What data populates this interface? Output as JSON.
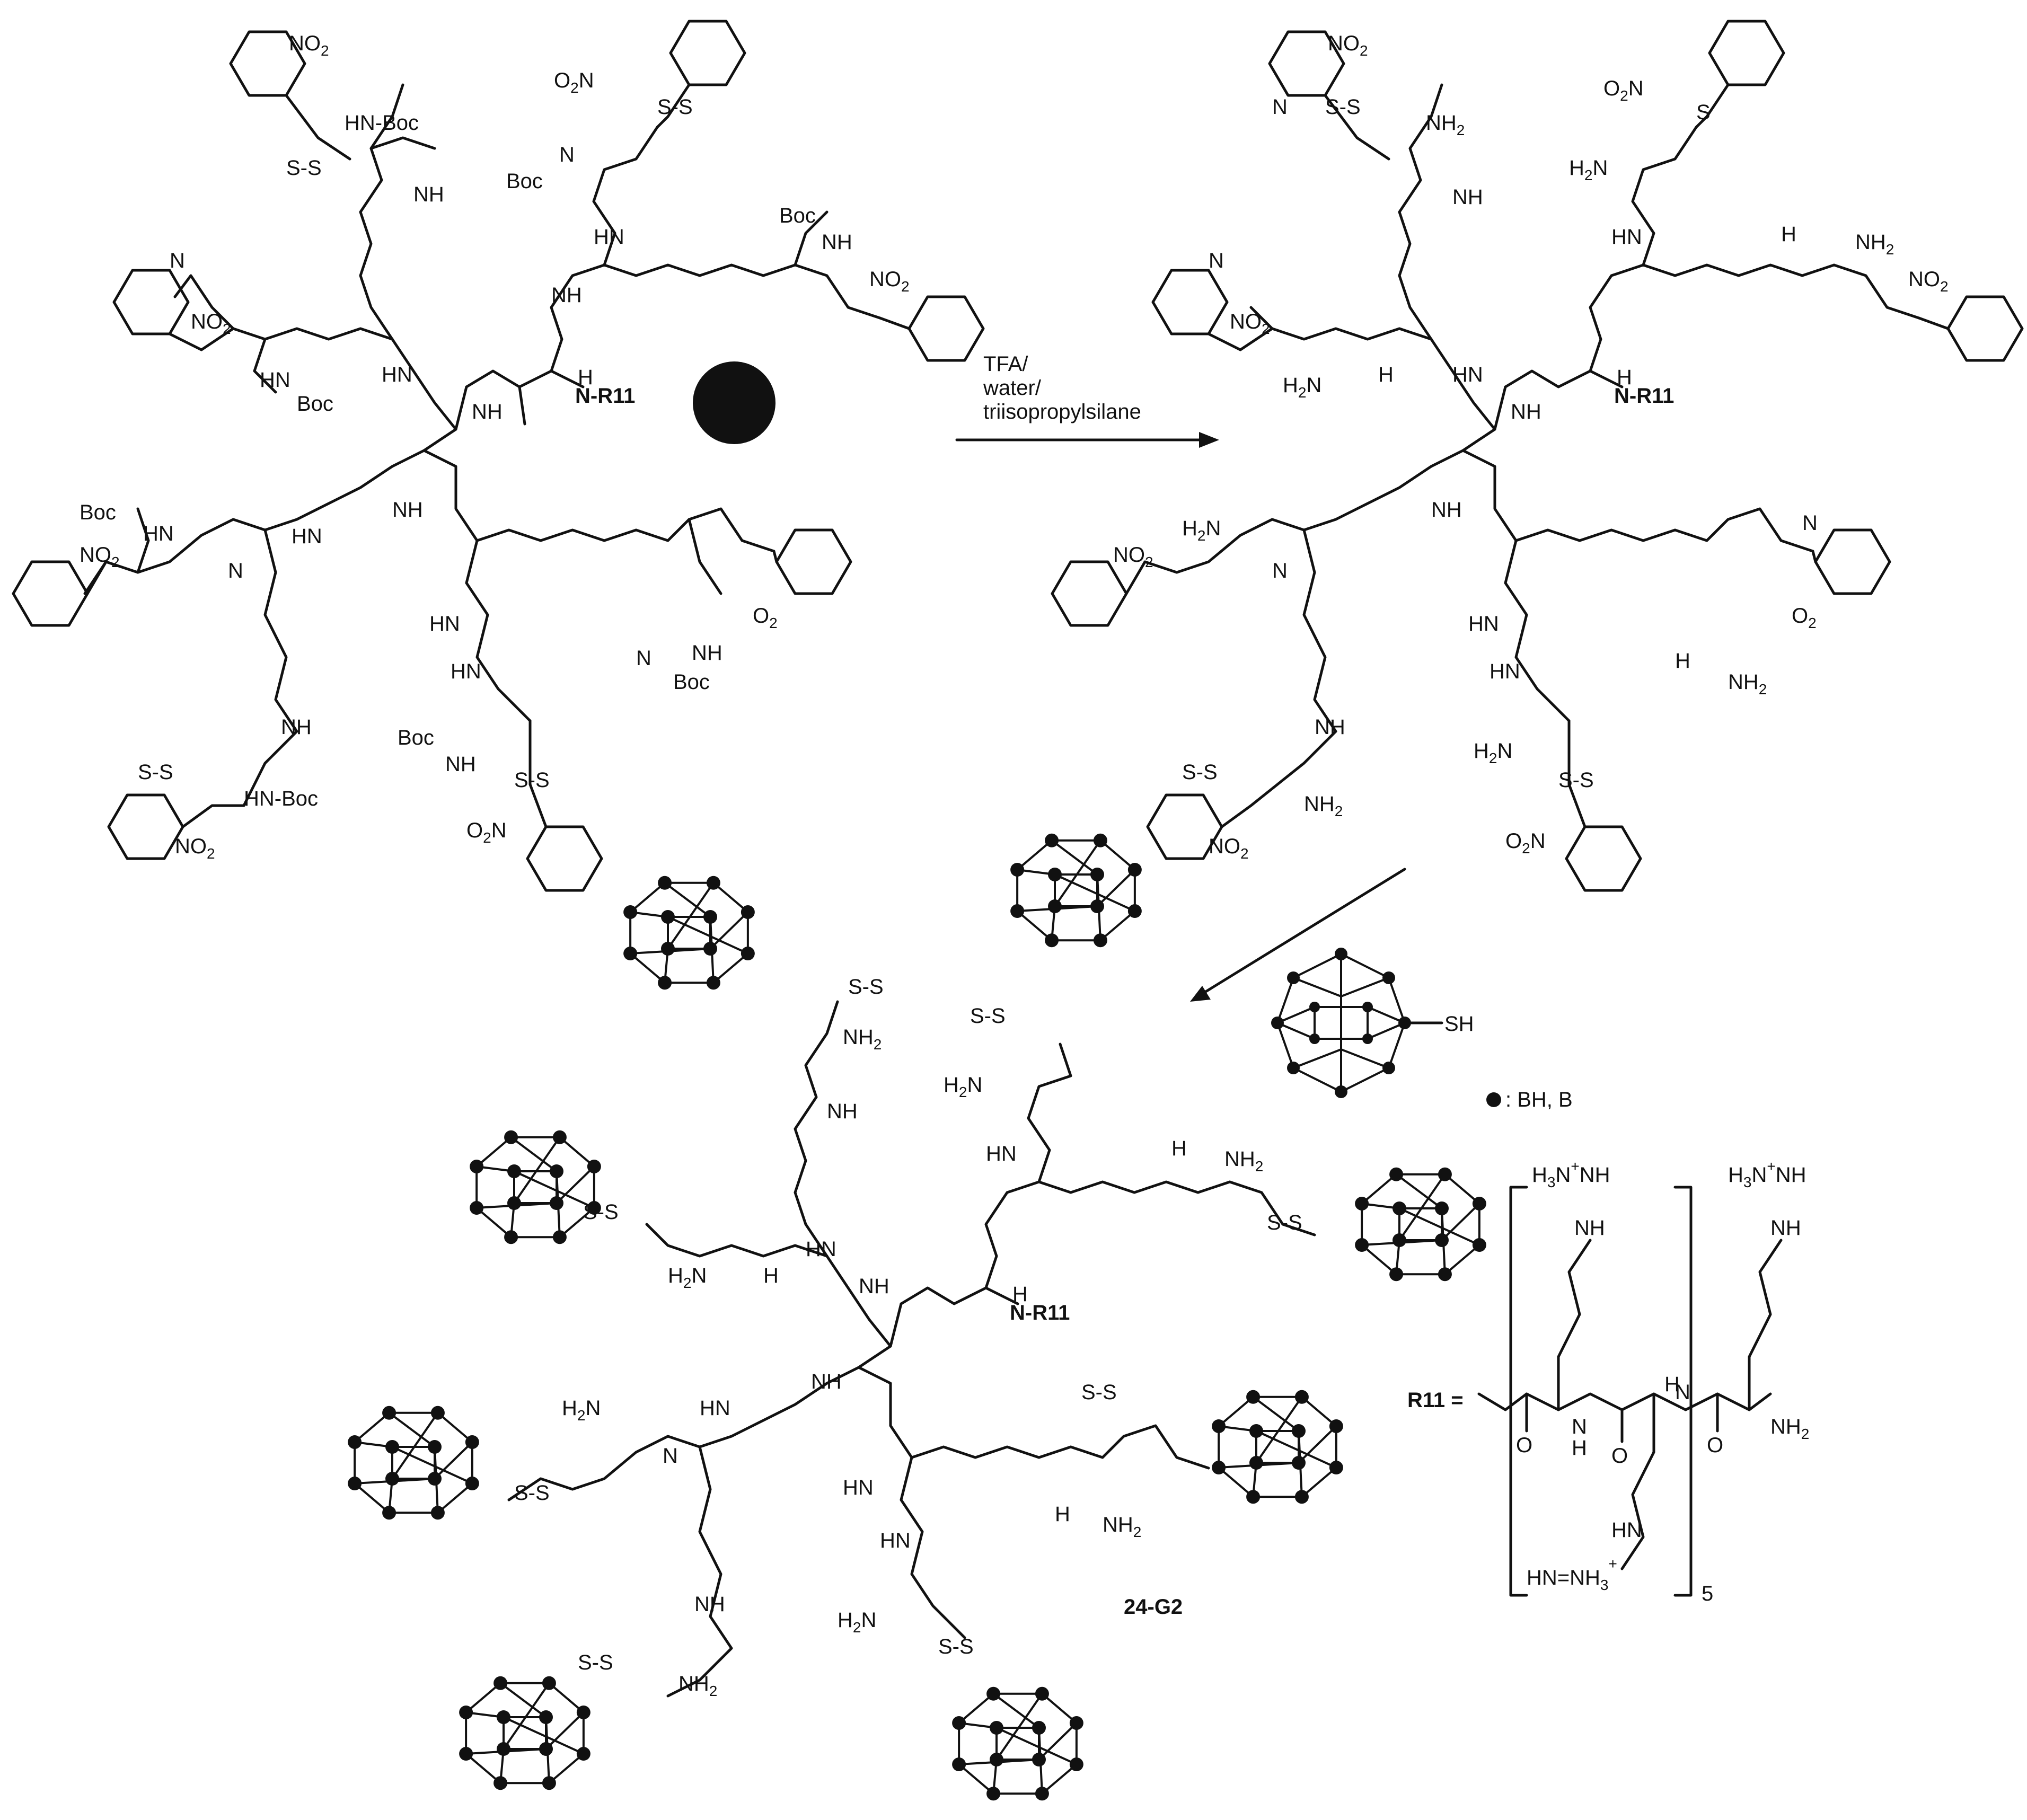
{
  "reagents": {
    "line1": "TFA/",
    "line2": "water/",
    "line3": "triisopropylsilane"
  },
  "groups": {
    "nitro": "NO",
    "nitro_sub": "2",
    "nitro_left": "O",
    "nitro_left_tail": "N",
    "boc": "Boc",
    "nh_boc": "HN-Boc",
    "nh": "NH",
    "hn": "HN",
    "n": "N",
    "h": "H",
    "o": "O",
    "s_s": "S-S",
    "s": "S",
    "nh2": "NH",
    "h2n": "H",
    "h2n_tail": "N",
    "nh_r11": "N-",
    "r11": "R11",
    "sh": "SH"
  },
  "legend": {
    "dot_label": ": BH, B"
  },
  "product": {
    "name": "24-G2"
  },
  "r11_definition": {
    "label": "R11 =",
    "repeat": "5",
    "guan_top": "H",
    "guan_top_n": "N",
    "guan_nh": "NH",
    "guan_bottom": "HN",
    "guan_bottom_tail": "NH",
    "plus": "+",
    "sub3": "3",
    "sub2": "2"
  }
}
